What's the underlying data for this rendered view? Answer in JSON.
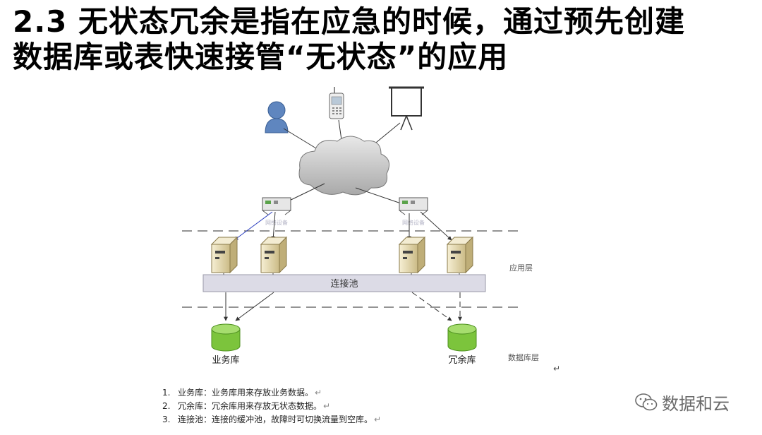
{
  "title": {
    "line1": "2.3 无状态冗余是指在应急的时候，通过预先创建",
    "line2": "数据库或表快速接管“无状态”的应用"
  },
  "diagram": {
    "device_label": "网络设备",
    "pool_label": "连接池",
    "layer_app": "应用层",
    "layer_db": "数据库层",
    "db_main": "业务库",
    "db_redundant": "冗余库"
  },
  "notes": [
    {
      "num": "1.",
      "text": "业务库：业务库用来存放业务数据。",
      "mark": "↵"
    },
    {
      "num": "2.",
      "text": "冗余库：冗余库用来存放无状态数据。",
      "mark": "↵"
    },
    {
      "num": "3.",
      "text": "连接池：连接的缓冲池，故障时可切换流量到空库。",
      "mark": "↵"
    }
  ],
  "brand": {
    "name": "数据和云",
    "icon": "wechat-icon"
  },
  "colors": {
    "db_green": "#7cc43c",
    "pool_fill": "#dcdbe6",
    "server": "#e9dcb3"
  }
}
